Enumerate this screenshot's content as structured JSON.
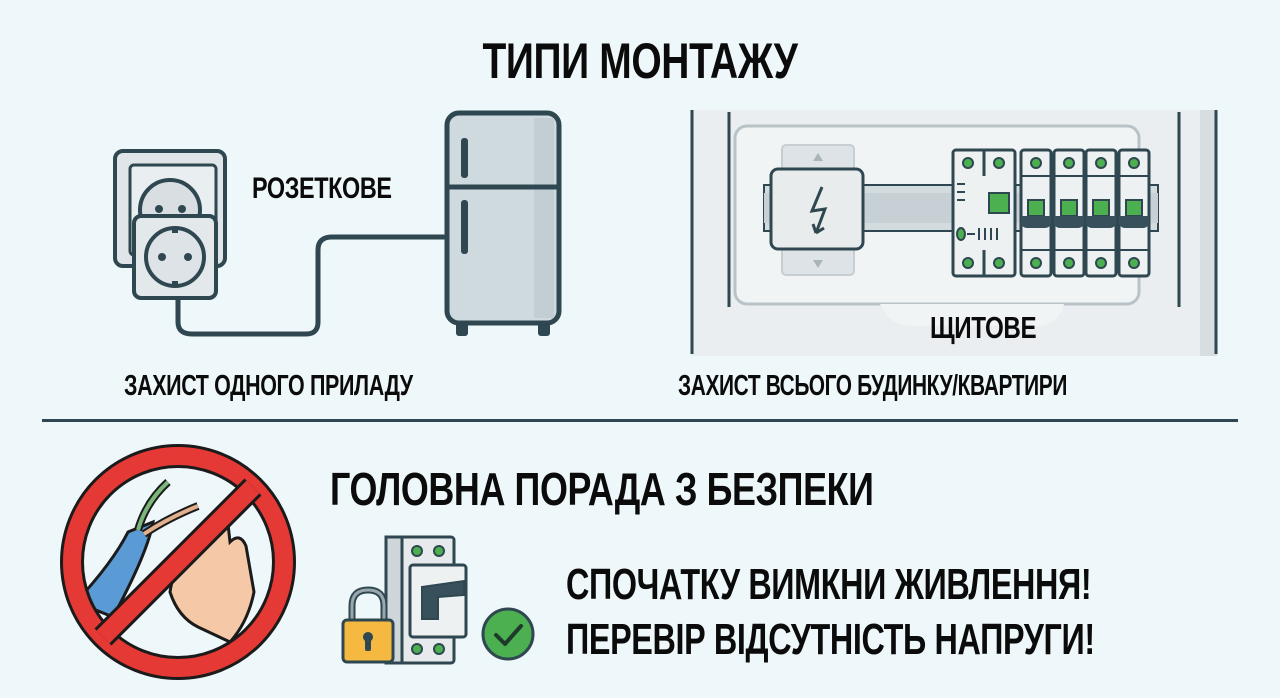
{
  "title": "ТИПИ МОНТАЖУ",
  "socket_type": {
    "label": "РОЗЕТКОВЕ",
    "caption": "ЗАХИСТ ОДНОГО ПРИЛАДУ",
    "icons": [
      "wall-socket-icon",
      "plug-adapter-icon",
      "cable-icon",
      "refrigerator-icon"
    ]
  },
  "panel_type": {
    "label": "ЩИТОВЕ",
    "caption": "ЗАХИСТ ВСЬОГО БУДИНКУ/КВАРТИРИ",
    "icons": [
      "voltage-relay-icon",
      "din-rail-icon",
      "rcd-icon",
      "circuit-breaker-icon"
    ],
    "breaker_count": 4
  },
  "safety": {
    "title": "ГОЛОВНА ПОРАДА З БЕЗПЕКИ",
    "line1": "СПОЧАТКУ ВИМКНИ ЖИВЛЕННЯ!",
    "line2": "ПЕРЕВІР ВІДСУТНІСТЬ НАПРУГИ!",
    "icons": [
      "prohibition-icon",
      "lock-icon",
      "breaker-icon",
      "check-icon"
    ]
  },
  "colors": {
    "background": "#eef7f9",
    "outline": "#2f4750",
    "accent_green": "#4caf50",
    "prohibition_red": "#e53935",
    "lock_yellow": "#f5b942",
    "wire_blue": "#5b9bd5",
    "skin": "#f5c9a8"
  }
}
